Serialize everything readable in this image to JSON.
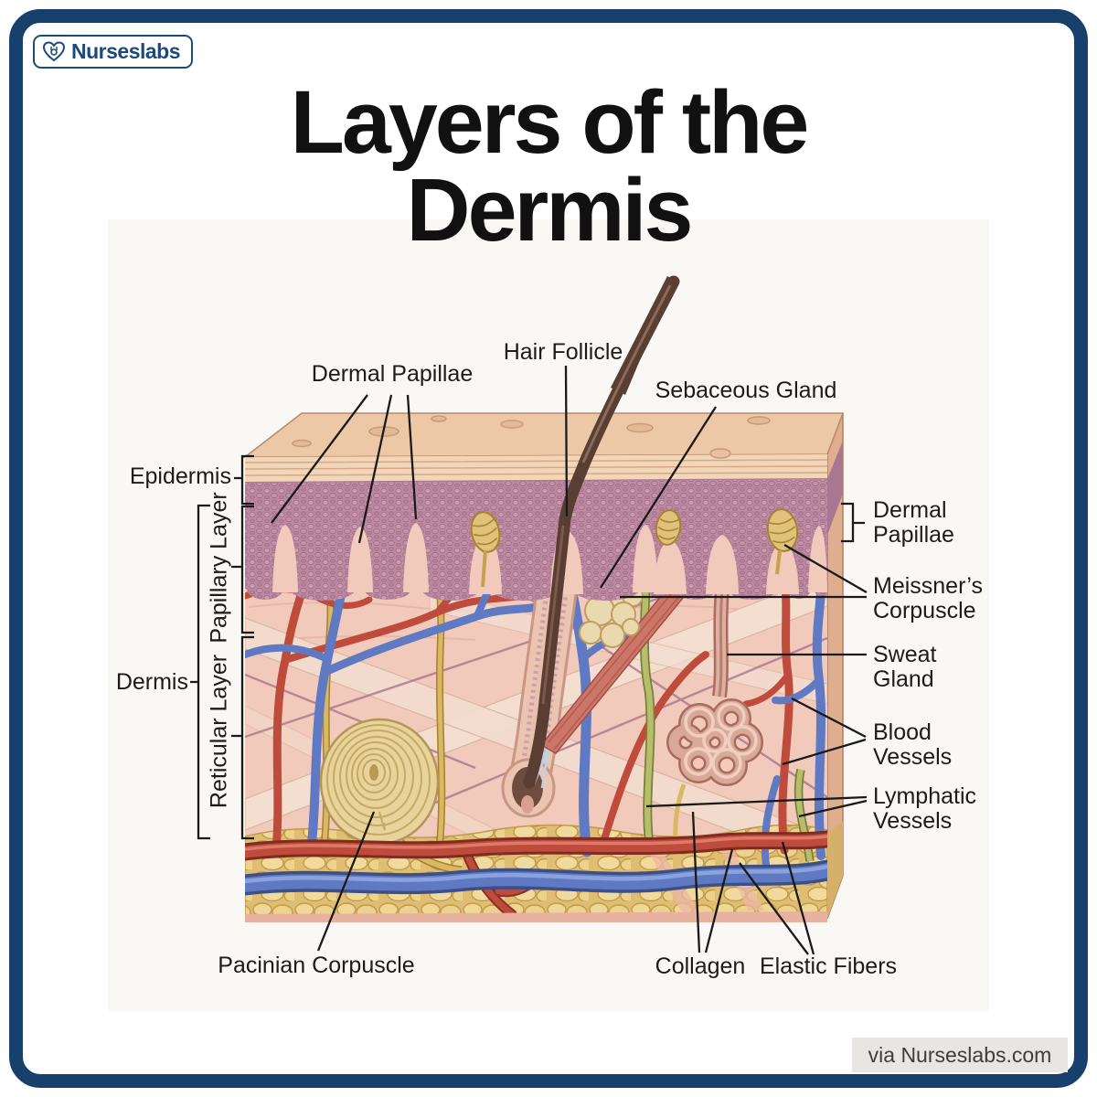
{
  "logo": {
    "text": "Nurseslabs",
    "color": "#1c4a7a",
    "icon": "heart-stethoscope-icon"
  },
  "title": {
    "line1": "Layers of the",
    "line2": "Dermis"
  },
  "labels": {
    "dermal_papillae_top": "Dermal Papillae",
    "hair_follicle": "Hair Follicle",
    "sebaceous_gland": "Sebaceous Gland",
    "epidermis": "Epidermis",
    "papillary_layer": "Papillary Layer",
    "reticular_layer": "Reticular Layer",
    "dermis": "Dermis",
    "dermal_papillae_right": "Dermal Papillae",
    "meissners_corpuscle": "Meissner’s Corpuscle",
    "sweat_gland": "Sweat Gland",
    "blood_vessels": "Blood Vessels",
    "lymphatic_vessels": "Lymphatic Vessels",
    "pacinian_corpuscle": "Pacinian Corpuscle",
    "collagen": "Collagen",
    "elastic_fibers": "Elastic Fibers"
  },
  "attribution": {
    "text": "via Nurseslabs.com"
  },
  "illustration": {
    "type": "skin cross-section diagram",
    "structures": [
      "epidermis",
      "papillary layer",
      "reticular layer",
      "subcutaneous fat",
      "hair follicle",
      "hair shaft",
      "sebaceous gland",
      "arrector pili muscle",
      "sweat gland coil",
      "sweat duct",
      "meissner corpuscles",
      "pacinian corpuscle",
      "arteries",
      "veins",
      "lymphatic vessels",
      "nerves",
      "collagen fibers",
      "elastic fibers"
    ],
    "colors": {
      "border_navy": "#17406d",
      "epidermis_mauve": "#bd8aa1",
      "dermis_pink": "#f2cabb",
      "surface_tan": "#ecc8a6",
      "fat_yellow": "#e2c279",
      "artery_red": "#bf4b3c",
      "vein_blue": "#5f7ac2",
      "lymph_green": "#aab45f",
      "nerve_yellow": "#d9b863",
      "hair_brown": "#5a3e33"
    }
  }
}
